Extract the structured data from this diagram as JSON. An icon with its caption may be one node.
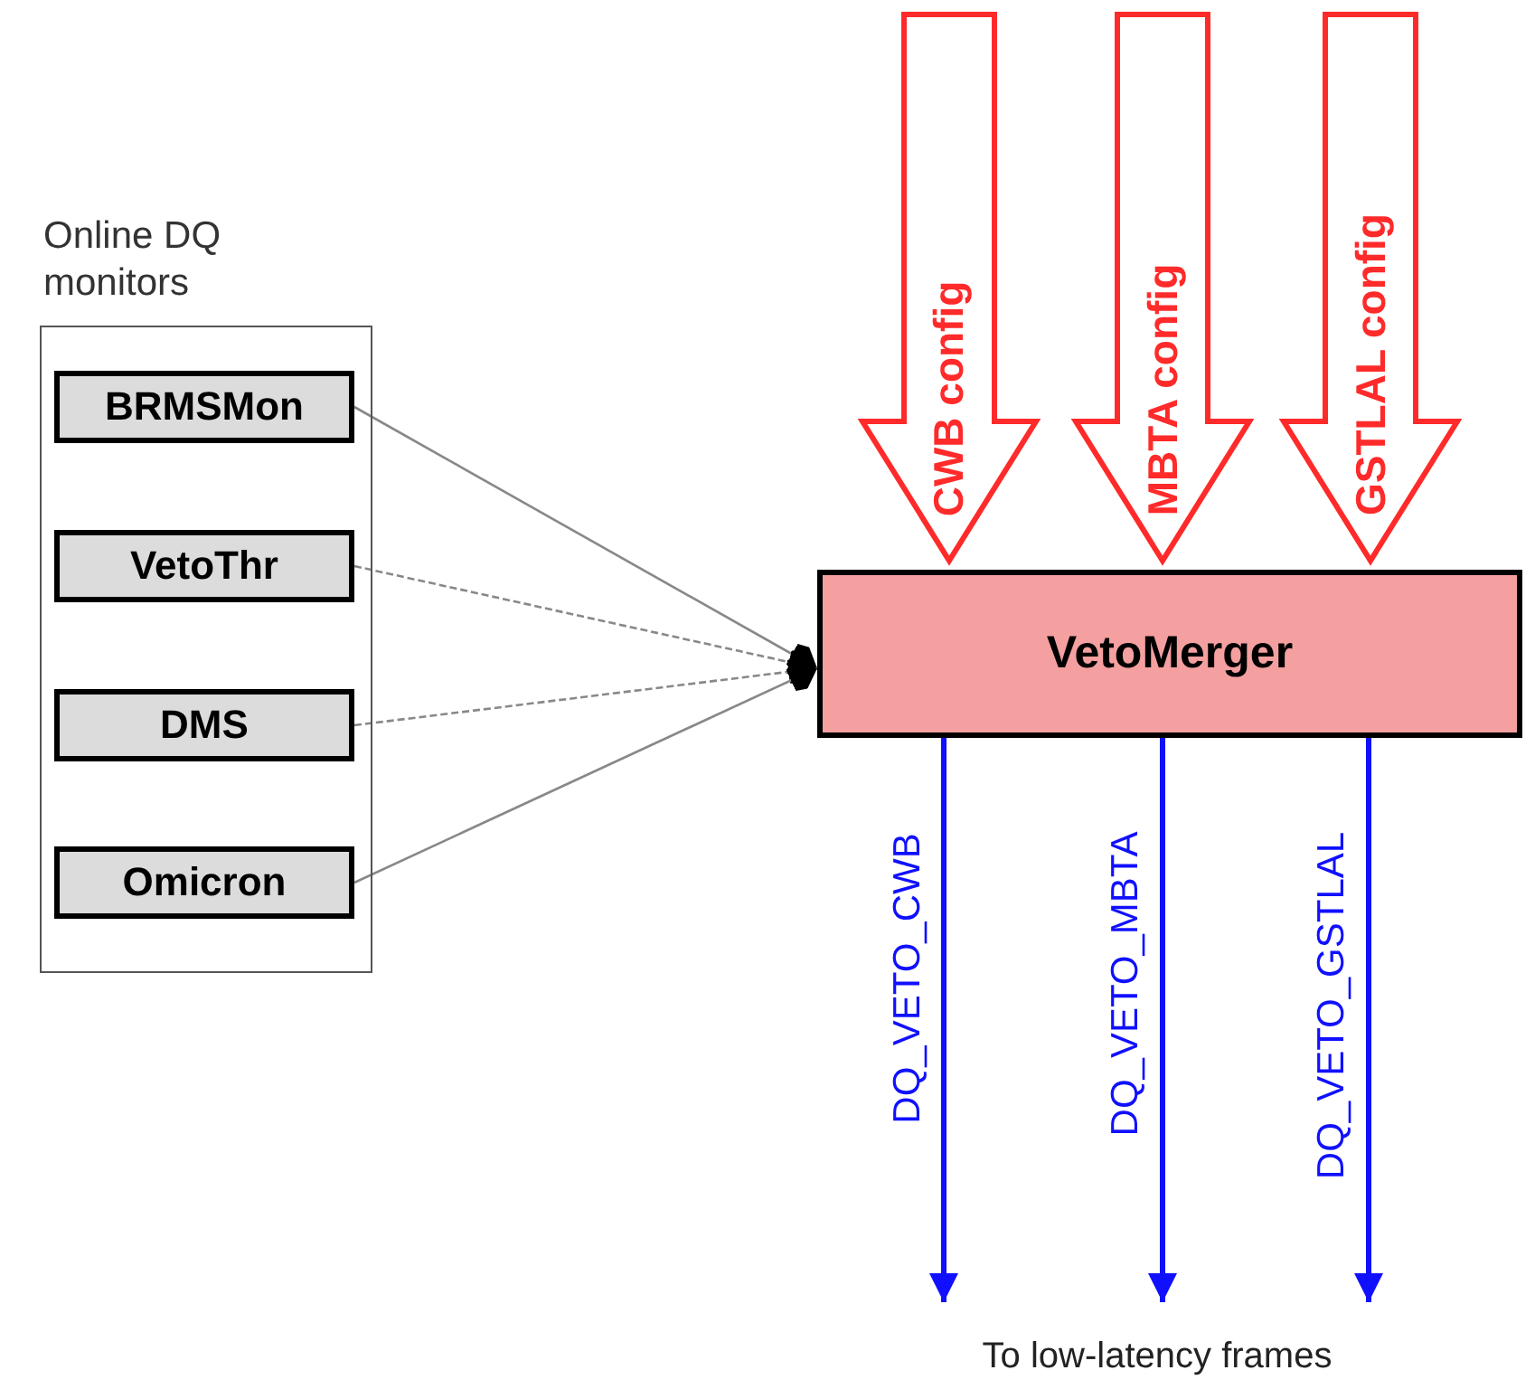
{
  "diagram": {
    "nodes": [
      {
        "text": [
          "Online DQ monitors"
        ]
      },
      {
        "text": [
          "BRMSMon"
        ],
        "in": 0
      },
      {
        "text": [
          "VetoThr"
        ],
        "in": 0
      },
      {
        "text": [
          "DMS"
        ],
        "in": 0
      },
      {
        "text": [
          "Omicron"
        ],
        "in": 0
      },
      {
        "text": [
          "VetoMerger"
        ]
      },
      {
        "text": [
          "To low-latency frames"
        ]
      }
    ],
    "edges": [
      {
        "from": 1,
        "to": 5,
        "arrow": "to"
      },
      {
        "from": 2,
        "to": 5,
        "arrow": "to",
        "style": "dashed"
      },
      {
        "from": 3,
        "to": 5,
        "arrow": "to",
        "style": "dashed"
      },
      {
        "from": 4,
        "to": 5,
        "arrow": "to"
      },
      {
        "from": null,
        "to": 5,
        "arrow": "to",
        "label": "CWB config",
        "style": "thick",
        "color": "#ff2a2a"
      },
      {
        "from": null,
        "to": 5,
        "arrow": "to",
        "label": "MBTA config",
        "style": "thick",
        "color": "#ff2a2a"
      },
      {
        "from": null,
        "to": 5,
        "arrow": "to",
        "label": "GSTLAL config",
        "style": "thick",
        "color": "#ff2a2a"
      },
      {
        "from": 5,
        "to": 6,
        "arrow": "to",
        "label": "DQ_VETO_CWB",
        "style": "thick",
        "color": "#1010ff"
      },
      {
        "from": 5,
        "to": 6,
        "arrow": "to",
        "label": "DQ_VETO_MBTA",
        "style": "thick",
        "color": "#1010ff"
      },
      {
        "from": 5,
        "to": 6,
        "arrow": "to",
        "label": "DQ_VETO_GSTLAL",
        "style": "thick",
        "color": "#1010ff"
      }
    ]
  }
}
